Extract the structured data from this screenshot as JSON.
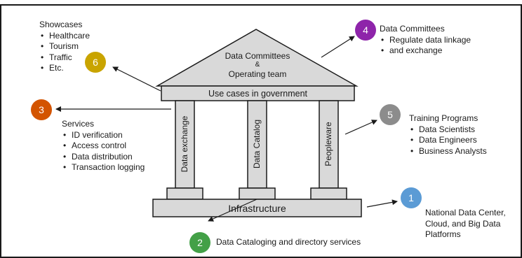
{
  "colors": {
    "badge_1": "#5b9bd5",
    "badge_2": "#43a047",
    "badge_3": "#d35400",
    "badge_4": "#8e24aa",
    "badge_5": "#8c8c8c",
    "badge_6": "#c9a400",
    "structure_fill": "#d9d9d9",
    "outline": "#1a1a1a"
  },
  "roof": {
    "line1": "Data Committees",
    "line2": "&",
    "line3": "Operating team"
  },
  "beam": {
    "label": "Use cases in government"
  },
  "pillars": [
    {
      "label": "Data exchange"
    },
    {
      "label": "Data Catalog"
    },
    {
      "label": "Peopleware"
    }
  ],
  "base": {
    "label": "Infrastructure"
  },
  "badges": {
    "b1": "1",
    "b2": "2",
    "b3": "3",
    "b4": "4",
    "b5": "5",
    "b6": "6"
  },
  "showcases": {
    "title": "Showcases",
    "items": [
      "Healthcare",
      "Tourism",
      "Traffic",
      "Etc."
    ]
  },
  "data_committees": {
    "title": "Data Committees",
    "items": [
      "Regulate data linkage",
      "and exchange"
    ]
  },
  "services": {
    "title": "Services",
    "items": [
      "ID verification",
      "Access control",
      "Data distribution",
      "Transaction logging"
    ]
  },
  "training": {
    "title": "Training Programs",
    "items": [
      "Data Scientists",
      "Data Engineers",
      "Business Analysts"
    ]
  },
  "infrastructure_note": {
    "line1": "National Data Center,",
    "line2": "Cloud, and Big Data",
    "line3": "Platforms"
  },
  "cataloging": {
    "label": "Data Cataloging and directory services"
  }
}
